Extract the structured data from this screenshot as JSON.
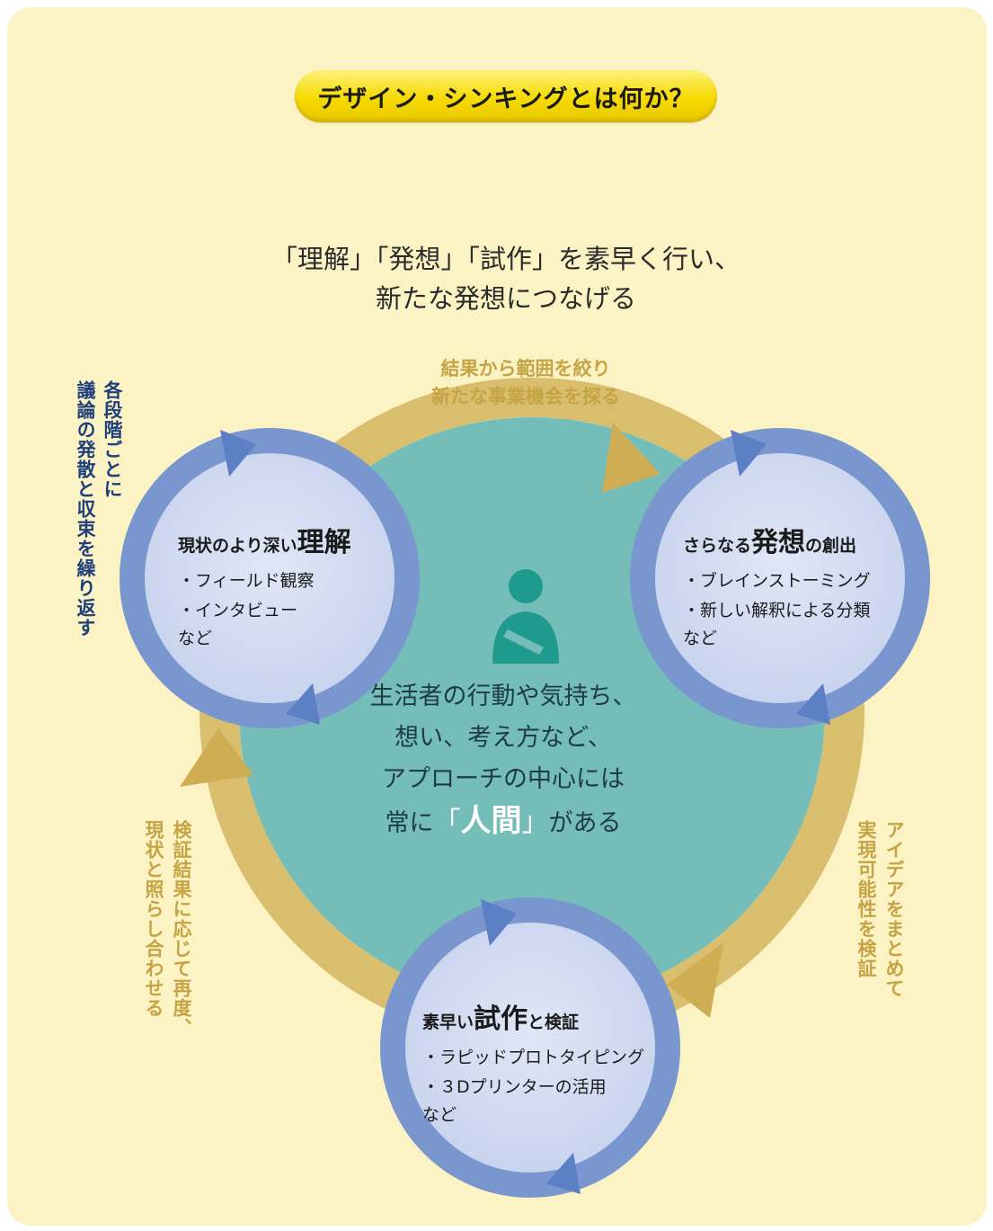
{
  "title": "デザイン・シンキングとは何か？",
  "subtitle": {
    "line1": "「理解」「発想」「試作」を素早く行い、",
    "line2": "新たな発想につなげる"
  },
  "left_note": {
    "line1": "各段階ごとに",
    "line2": "議論の発散と収束を繰り返す"
  },
  "transitions": {
    "understand_to_ideate": [
      "結果から範囲を絞り",
      "新たな事業機会を探る"
    ],
    "ideate_to_prototype": [
      "アイデアをまとめて",
      "実現可能性を検証"
    ],
    "prototype_to_understand": [
      "検証結果に応じて再度、",
      "現状と照らし合わせる"
    ]
  },
  "center": {
    "icon": "person-icon",
    "lines": [
      "生活者の行動や気持ち、",
      "想い、考え方など、",
      "アプローチの中心には"
    ],
    "last_pre": "常に",
    "open_bracket": "「",
    "human": "人間",
    "close_bracket": "」",
    "last_post": "がある"
  },
  "stages": {
    "understand": {
      "pre": "現状のより深い",
      "key": "理解",
      "post": "",
      "items": [
        "・フィールド観察",
        "・インタビュー"
      ],
      "etc": "など"
    },
    "ideate": {
      "pre": "さらなる",
      "key": "発想",
      "post": "の創出",
      "items": [
        "・ブレインストーミング",
        "・新しい解釈による分類"
      ],
      "etc": "など"
    },
    "prototype": {
      "pre": "素早い",
      "key": "試作",
      "post": "と検証",
      "items": [
        "・ラピッドプロトタイピング",
        "・３Dプリンターの活用"
      ],
      "etc": "など"
    }
  },
  "colors": {
    "background": "#fbf3c4",
    "title_pill": "#f5da00",
    "center_circle": "#74bdb8",
    "outer_ring": "#d9be6d",
    "stage_fill": "#c8d4ee",
    "stage_ring": "#7a96cf",
    "left_note": "#1f3f7a",
    "arc_text": "#c6a445",
    "person": "#1f9a8e"
  }
}
